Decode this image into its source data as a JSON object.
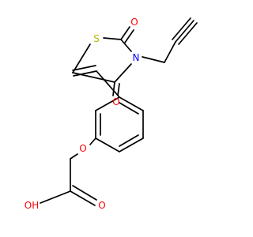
{
  "atoms": {
    "s1": "S",
    "o_c2": "O",
    "n3": "N",
    "o_c4": "O",
    "o_ether": "O",
    "o_carbonyl": "O",
    "oh": "OH"
  },
  "colors": {
    "bond": "#000000",
    "oxygen": "#ff0000",
    "nitrogen": "#0000ff",
    "sulfur": "#b8b800",
    "carbon": "#000000"
  }
}
